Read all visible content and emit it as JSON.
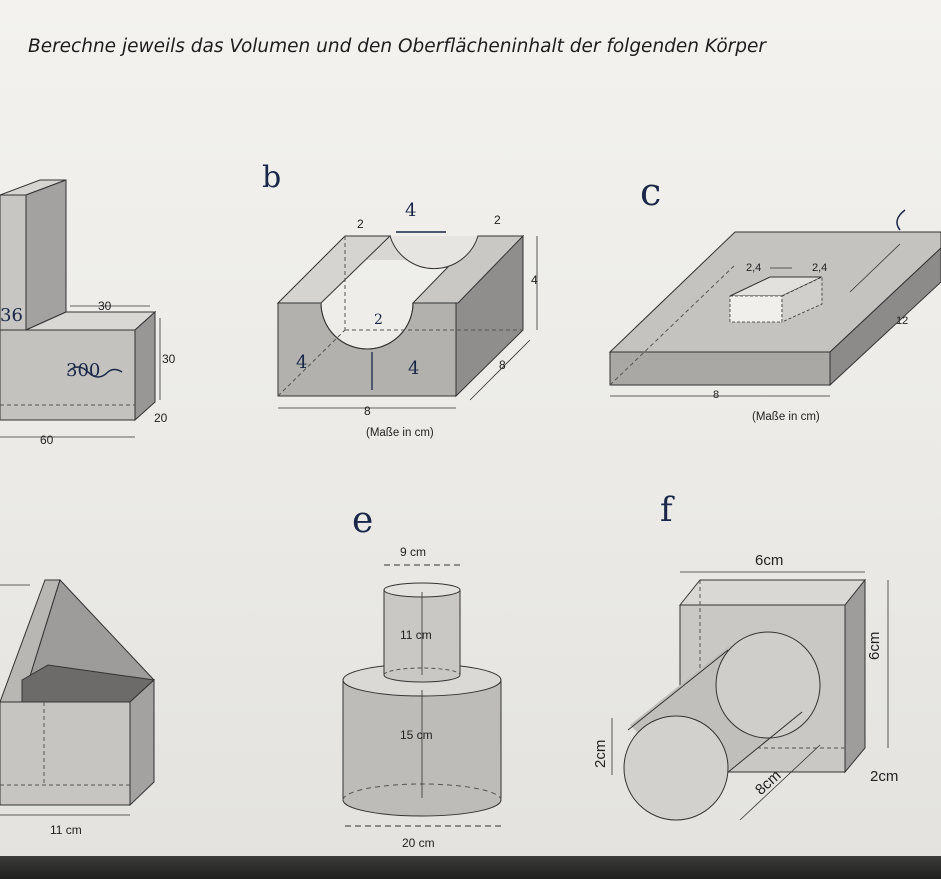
{
  "title": "Berechne jeweils das Volumen und den Oberflächeninhalt der folgenden Körper",
  "fig_a": {
    "l30": "30",
    "h30": "30",
    "d20": "20",
    "w60": "60",
    "hw_scribble": "300",
    "hw_edge": "36"
  },
  "fig_b": {
    "hw_letter": "b",
    "l2a": "2",
    "l2b": "2",
    "l4": "4",
    "l8h": "8",
    "l8w": "8",
    "hw_top": "4",
    "hw_mid": "2",
    "hw_left": "4",
    "hw_right": "4",
    "caption": "(Maße in cm)"
  },
  "fig_c": {
    "hw_letter": "c",
    "l24a": "2,4",
    "l24b": "2,4",
    "l12": "12",
    "l8": "8",
    "caption": "(Maße in cm)"
  },
  "fig_d": {
    "l11": "11 cm"
  },
  "fig_e": {
    "hw_letter": "e",
    "l9": "9 cm",
    "l11": "11 cm",
    "l15": "15 cm",
    "l20": "20 cm"
  },
  "fig_f": {
    "hw_letter": "f",
    "l6w": "6cm",
    "l6h": "6cm",
    "l2v": "2cm",
    "l2d": "2cm",
    "l8": "8cm"
  }
}
